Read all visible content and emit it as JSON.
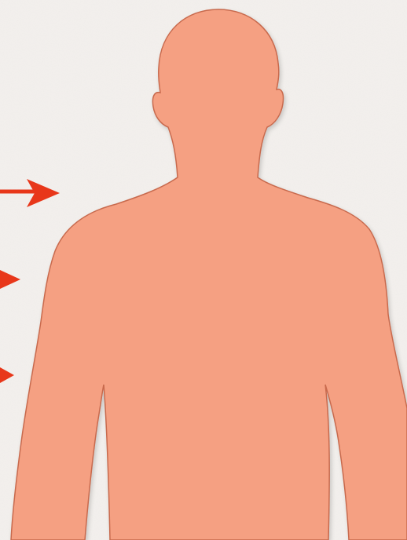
{
  "colors": {
    "background": "#f3f0ed",
    "body_fill": "#f5a082",
    "body_outline": "#c86a4e",
    "arrow": "#e8371a"
  },
  "scene": {
    "figure": "human-silhouette-upper-body-front",
    "arrows": [
      {
        "name": "arrow-upper",
        "direction": "right"
      },
      {
        "name": "arrow-middle",
        "direction": "right"
      },
      {
        "name": "arrow-lower",
        "direction": "right"
      }
    ]
  }
}
